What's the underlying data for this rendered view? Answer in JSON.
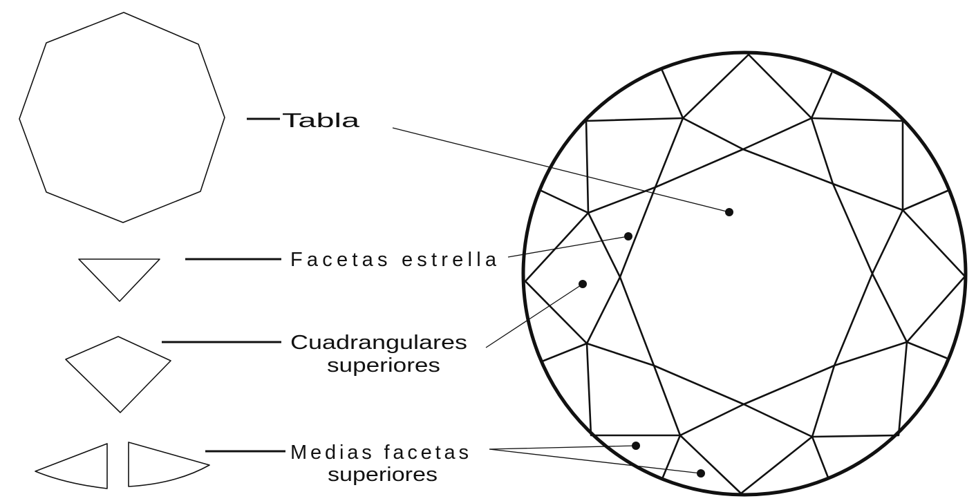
{
  "labels": {
    "table": "Tabla",
    "star_facets": "Facetas  estrella",
    "kite_facets_line1": "Cuadrangulares",
    "kite_facets_line2": "superiores",
    "upper_half_facets_line1": "Medias facetas",
    "upper_half_facets_line2": "superiores"
  },
  "colors": {
    "ink": "#111111",
    "background": "#ffffff"
  }
}
